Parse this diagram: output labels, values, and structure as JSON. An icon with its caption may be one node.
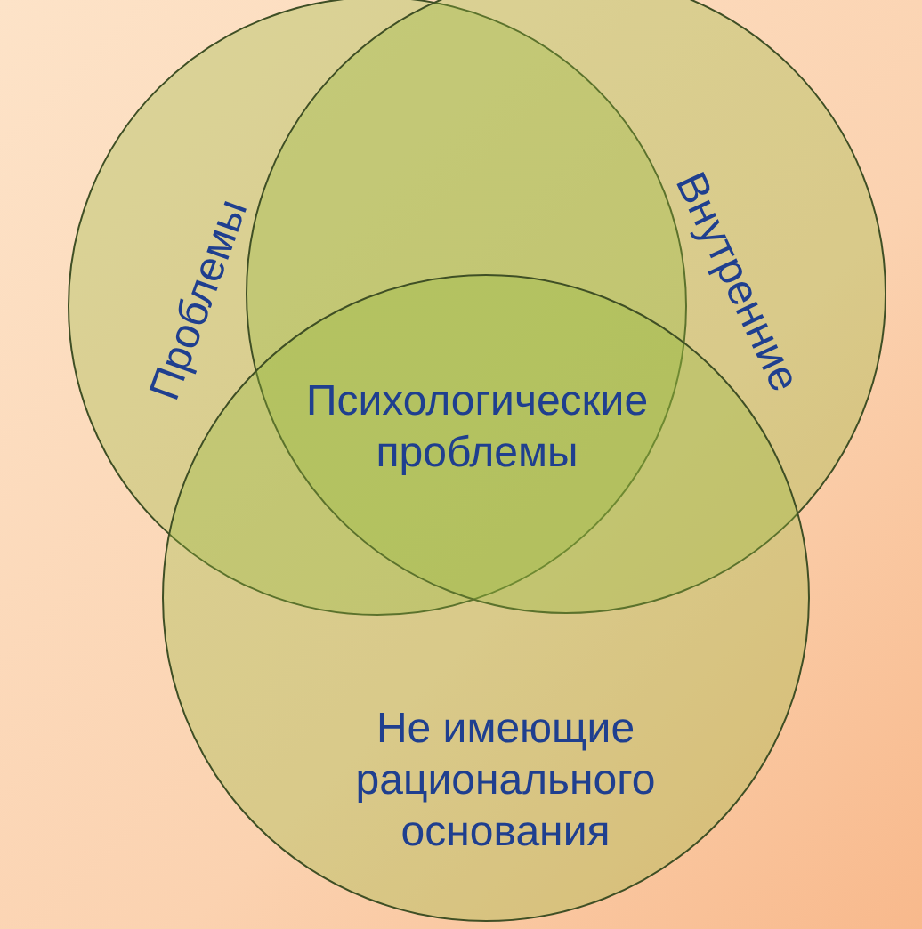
{
  "diagram": {
    "nodes": [
      {
        "text": [
          "Проблемы"
        ]
      },
      {
        "text": [
          "Внутренние"
        ]
      },
      {
        "text": [
          "Не имеющие рационального основания"
        ]
      }
    ],
    "labels": [
      "Психологические проблемы"
    ]
  }
}
